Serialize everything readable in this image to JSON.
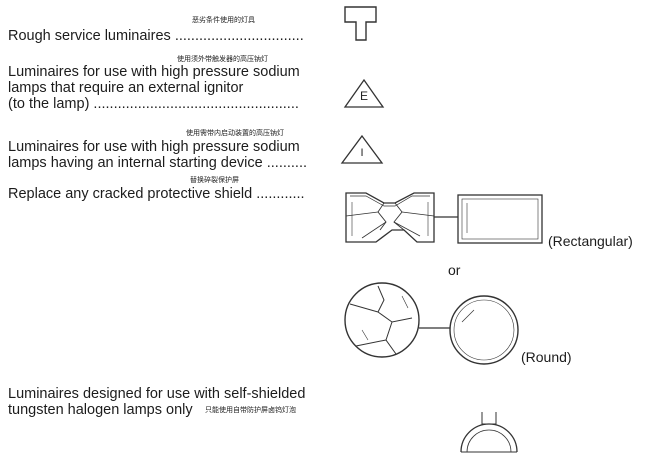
{
  "items": [
    {
      "cn": "恶劣条件使用的灯具",
      "en": [
        "Rough service luminaires ................................"
      ]
    },
    {
      "cn": "使用须外带触发器的高压钠灯",
      "en": [
        "Luminaires for use with high pressure sodium",
        "lamps that require an external ignitor",
        "(to the lamp) ..................................................."
      ]
    },
    {
      "cn": "使用需带内启动装置的高压钠灯",
      "en": [
        "Luminaires for use with high pressure sodium",
        "lamps having an internal starting device .........."
      ]
    },
    {
      "cn": "替换碎裂保护屏",
      "en": [
        "Replace any cracked protective shield ............"
      ]
    },
    {
      "cn": "只能使用自带防护屏卤钨灯泡",
      "en": [
        "Luminaires designed for use with self-shielded",
        "tungsten halogen lamps only"
      ]
    }
  ],
  "symbols": {
    "ignitor_external_letter": "E",
    "ignitor_internal_letter": "I",
    "rectangular_label": "(Rectangular)",
    "or_label": "or",
    "round_label": "(Round)"
  },
  "icons": [
    "rough-service-t-icon",
    "external-ignitor-triangle-icon",
    "internal-ignitor-triangle-icon",
    "cracked-rectangular-shield-icon",
    "intact-rectangular-shield-icon",
    "cracked-round-shield-icon",
    "intact-round-shield-icon",
    "self-shielded-lamp-icon"
  ]
}
